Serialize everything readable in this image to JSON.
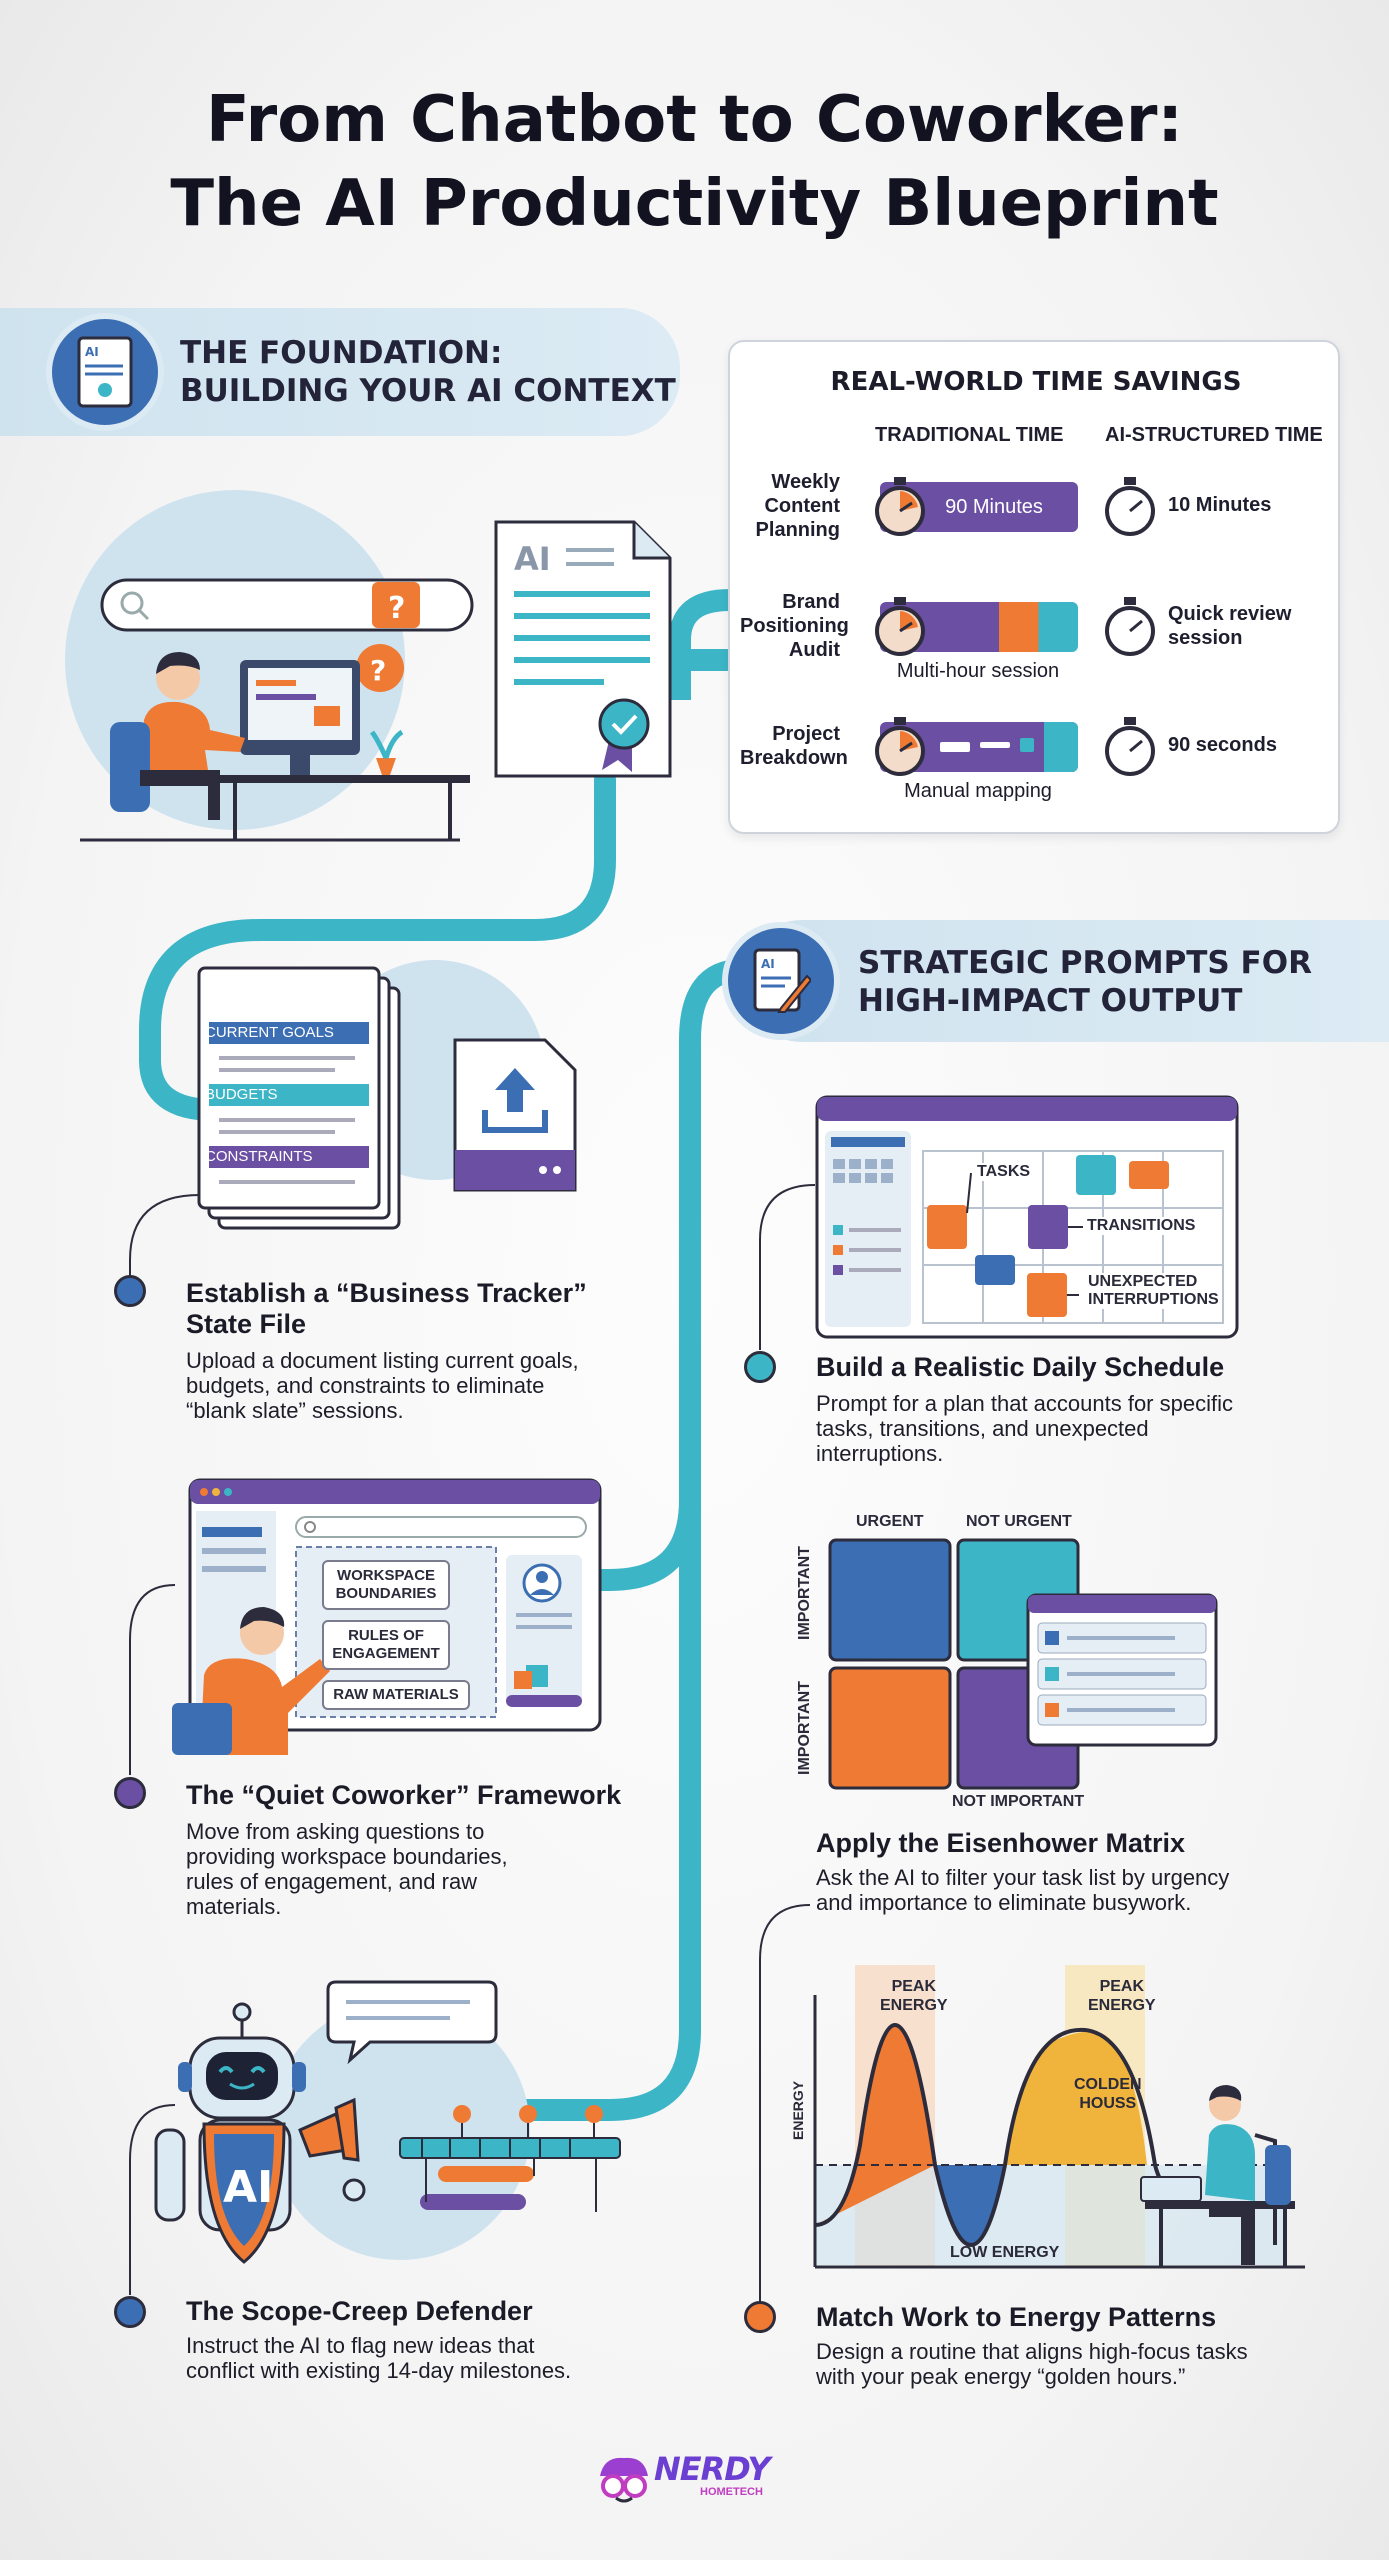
{
  "title_line1": "From Chatbot to Coworker:",
  "title_line2": "The AI Productivity Blueprint",
  "foundation": {
    "line1": "THE FOUNDATION:",
    "line2": "BUILDING YOUR AI CONTEXT",
    "icon": "document-ai-icon"
  },
  "savings": {
    "title": "REAL-WORLD TIME SAVINGS",
    "col_traditional": "TRADITIONAL TIME",
    "col_ai": "AI-STRUCTURED TIME",
    "rows": [
      {
        "label": [
          "Weekly",
          "Content",
          "Planning"
        ],
        "traditional": "90 Minutes",
        "sub": "",
        "ai": [
          "10 Minutes"
        ]
      },
      {
        "label": [
          "Brand",
          "Positioning",
          "Audit"
        ],
        "traditional": "",
        "sub": "Multi-hour session",
        "ai": [
          "Quick review",
          "session"
        ]
      },
      {
        "label": [
          "Project",
          "Breakdown"
        ],
        "traditional": "",
        "sub": "Manual mapping",
        "ai": [
          "90 seconds"
        ]
      }
    ]
  },
  "doc_labels": {
    "ai": "AI",
    "goals": "CURRENT GOALS",
    "budgets": "BUDGETS",
    "constraints": "CONSTRAINTS"
  },
  "strategic": {
    "line1": "STRATEGIC PROMPTS FOR",
    "line2": "HIGH-IMPACT OUTPUT",
    "icon_label": "AI"
  },
  "steps_left": [
    {
      "title": [
        "Establish a “Business Tracker”",
        "State File"
      ],
      "desc": [
        "Upload a document listing current goals,",
        "budgets, and constraints to eliminate",
        "“blank slate” sessions."
      ]
    },
    {
      "title": [
        "The “Quiet Coworker” Framework"
      ],
      "desc": [
        "Move from asking questions to",
        "providing workspace boundaries,",
        "rules of engagement, and raw",
        "materials."
      ]
    },
    {
      "title": [
        "The Scope-Creep Defender"
      ],
      "desc": [
        "Instruct the AI to flag new ideas that",
        "conflict with existing 14-day milestones."
      ]
    }
  ],
  "steps_right": [
    {
      "title": [
        "Build a Realistic Daily Schedule"
      ],
      "desc": [
        "Prompt for a plan that accounts for specific",
        "tasks, transitions, and unexpected",
        "interruptions."
      ]
    },
    {
      "title": [
        "Apply the Eisenhower Matrix"
      ],
      "desc": [
        "Ask the AI to filter your task list by urgency",
        "and importance to eliminate busywork."
      ]
    },
    {
      "title": [
        "Match Work to Energy Patterns"
      ],
      "desc": [
        "Design a routine that aligns high-focus tasks",
        "with your peak energy “golden hours.”"
      ]
    }
  ],
  "schedule_labels": {
    "tasks": "TASKS",
    "transitions": "TRANSITIONS",
    "unexpected": [
      "UNEXPECTED",
      "INTERRUPTIONS"
    ]
  },
  "coworker_labels": {
    "workspace": [
      "WORKSPACE",
      "BOUNDARIES"
    ],
    "rules": [
      "RULES OF",
      "ENGAGEMENT"
    ],
    "raw": "RAW MATERIALS"
  },
  "matrix_labels": {
    "urgent": "URGENT",
    "not_urgent": "NOT URGENT",
    "important": "IMPORTANT",
    "not_important": "NOT IMPORTANT"
  },
  "energy_labels": {
    "peak1": [
      "PEAK",
      "ENERGY"
    ],
    "peak2": [
      "PEAK",
      "ENERGY"
    ],
    "golden": [
      "COLDEN",
      "HOUSS"
    ],
    "low": "LOW ENERGY",
    "axis": "ENERGY"
  },
  "robot_label": "AI",
  "logo": {
    "word": "NERDY",
    "sub": "HOMETECH"
  },
  "colors": {
    "teal": "#3cb5c6",
    "purple": "#6a4fa3",
    "orange": "#ee7a34",
    "blue": "#3b6eb3",
    "navy": "#2c2c3c"
  }
}
